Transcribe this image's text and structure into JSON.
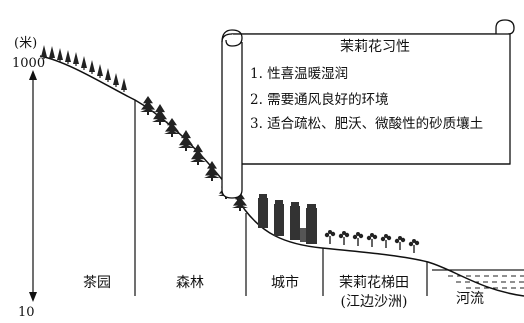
{
  "axis": {
    "unit": "(米)",
    "top_value": "1000",
    "bottom_value": "10"
  },
  "scroll": {
    "title": "茉莉花习性",
    "items": [
      "1. 性喜温暖湿润",
      "2. 需要通风良好的环境",
      "3. 适合疏松、肥沃、微酸性的砂质壤土"
    ]
  },
  "zones": [
    {
      "line1": "茶园",
      "line2": ""
    },
    {
      "line1": "森林",
      "line2": ""
    },
    {
      "line1": "城市",
      "line2": ""
    },
    {
      "line1": "茉莉花梯田",
      "line2": "(江边沙洲)"
    },
    {
      "line1": "河流",
      "line2": ""
    }
  ]
}
